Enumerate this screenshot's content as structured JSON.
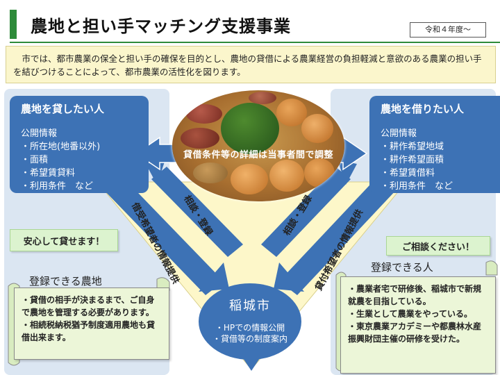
{
  "header": {
    "title": "農地と担い手マッチング支援事業",
    "year_badge": "令和４年度～"
  },
  "intro_text": "市では、都市農業の保全と担い手の確保を目的とし、農地の貸借による農業経営の負担軽減と意欲のある農業の担い手を結びつけることによって、都市農業の活性化を図ります。",
  "lender": {
    "heading": "農地を貸したい人",
    "public_info_label": "公開情報",
    "items": [
      "・所在地(地番以外)",
      "・面積",
      "・希望賃貸料",
      "・利用条件　など"
    ],
    "callout": "安心して貸せます！",
    "register_title": "登録できる農地",
    "register_items": [
      "・貸借の相手が決まるまで、ご自身で農地を管理する必要があります。",
      "・相続税納税猶予制度適用農地も貸借出来ます。"
    ]
  },
  "borrower": {
    "heading": "農地を借りたい人",
    "public_info_label": "公開情報",
    "items": [
      "・耕作希望地域",
      "・耕作希望面積",
      "・希望賃借料",
      "・利用条件　など"
    ],
    "callout": "ご相談ください！",
    "register_title": "登録できる人",
    "register_items": [
      "・農業者宅で研修後、稲城市で新規就農を目指している。",
      "・生業として農業をやっている。",
      "・東京農業アカデミーや都農林水産振興財団主催の研修を受けた。"
    ]
  },
  "center_banner": "貸借条件等の詳細は当事者間で調整",
  "arrows": {
    "left_outer": "借受希望者の情報提供",
    "left_inner": "相談・登録",
    "right_inner": "相談・登録",
    "right_outer": "貸付希望者の情報提供"
  },
  "city": {
    "name": "稲城市",
    "lines": [
      "・HPでの情報公開",
      "・貸借等の制度案内"
    ]
  },
  "colors": {
    "accent_green": "#2e8b3a",
    "box_blue": "#3d72b5",
    "triangle_yellow": "#fdf7c9",
    "callout_green": "#dcf3cf"
  }
}
